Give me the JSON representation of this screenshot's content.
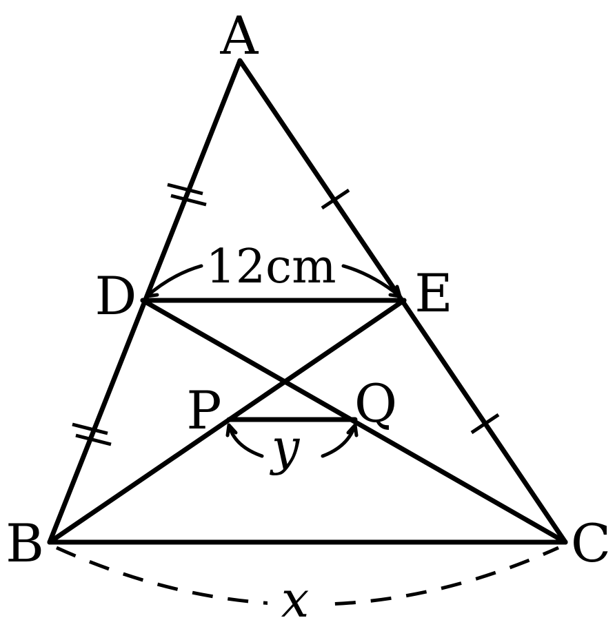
{
  "points": {
    "A": "A",
    "B": "B",
    "C": "C",
    "D": "D",
    "E": "E",
    "P": "P",
    "Q": "Q"
  },
  "measurements": {
    "de_length": "12cm",
    "bc_length": "x",
    "pq_length": "y"
  }
}
